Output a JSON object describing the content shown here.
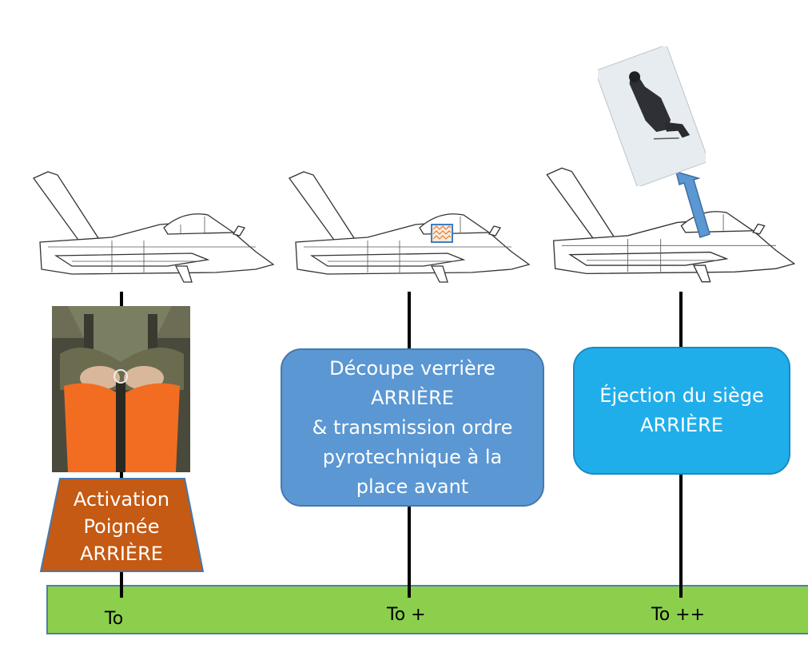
{
  "steps": [
    {
      "label_lines": [
        "Activation",
        "Poignée",
        "ARRIÈRE"
      ],
      "time": "To",
      "color": "#c45a13"
    },
    {
      "label_lines": [
        "Découpe verrière",
        "ARRIÈRE",
        "& transmission ordre",
        "pyrotechnique à la",
        "place avant"
      ],
      "time": "To +",
      "color": "#5b97d3"
    },
    {
      "label_lines": [
        "Éjection du siège",
        "ARRIÈRE"
      ],
      "time": "To ++",
      "color": "#20aeea"
    }
  ],
  "timeline_color": "#8ccf4d",
  "icons": {
    "aircraft": "aircraft-icon",
    "canopy_cut": "canopy-cut-icon",
    "ejection_arrow": "arrow-up-icon",
    "photo_handle": "ejection-handle-photo",
    "photo_seat": "ejection-seat-photo"
  }
}
